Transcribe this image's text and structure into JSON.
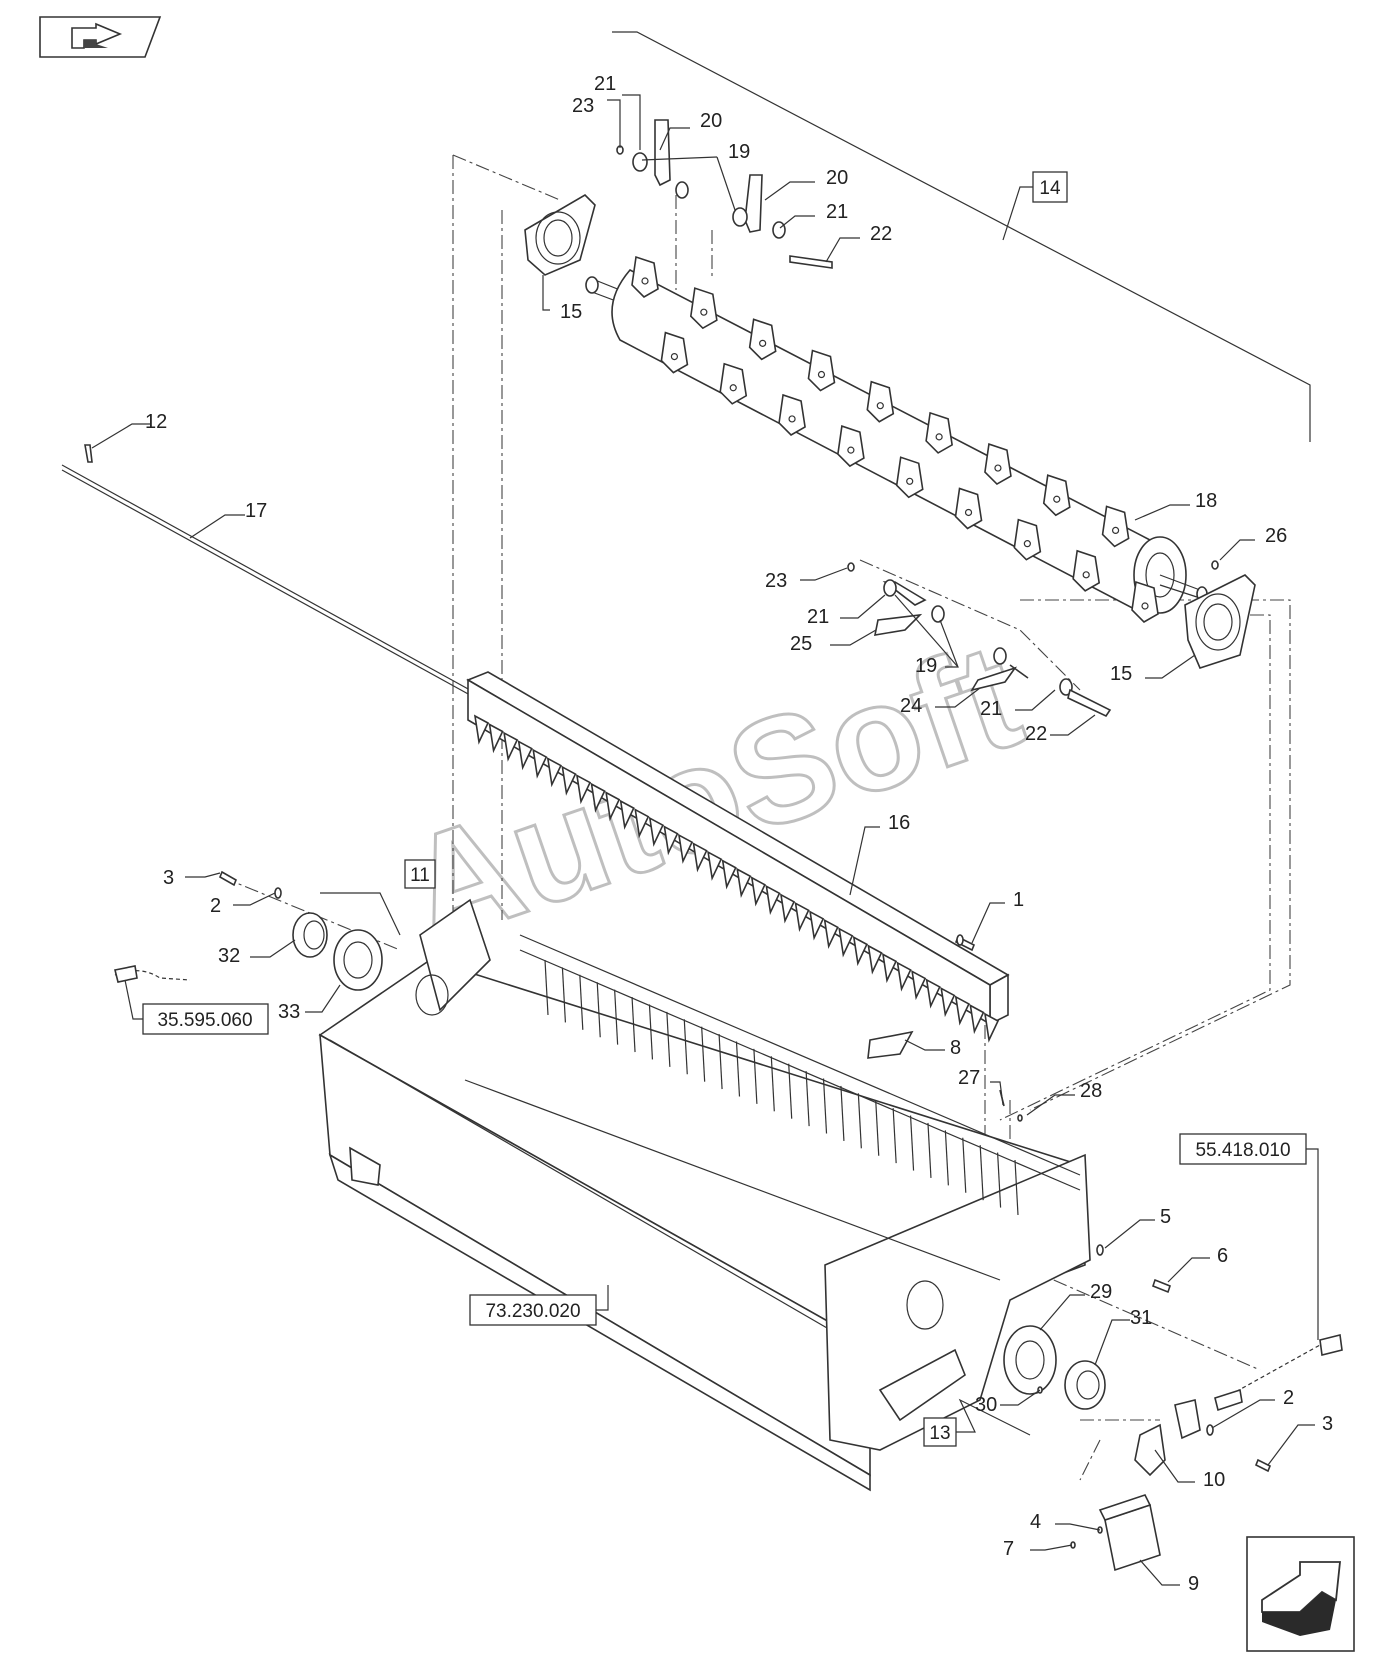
{
  "nav": {
    "prev_icon": "previous-page-arrow-icon",
    "next_icon": "next-page-arrow-icon"
  },
  "watermark": "AutoSoft",
  "reference_boxes": {
    "r11": "11",
    "r13": "13",
    "r14": "14",
    "r35": "35.595.060",
    "r55": "55.418.010",
    "r73": "73.230.020"
  },
  "callouts": {
    "c1": "1",
    "c2a": "2",
    "c2b": "2",
    "c3a": "3",
    "c3b": "3",
    "c4": "4",
    "c5": "5",
    "c6": "6",
    "c7": "7",
    "c8": "8",
    "c9": "9",
    "c10": "10",
    "c12": "12",
    "c15a": "15",
    "c15b": "15",
    "c16": "16",
    "c17": "17",
    "c18": "18",
    "c19a": "19",
    "c19b": "19",
    "c20a": "20",
    "c20b": "20",
    "c21a": "21",
    "c21b": "21",
    "c21c": "21",
    "c21d": "21",
    "c22a": "22",
    "c22b": "22",
    "c23a": "23",
    "c23b": "23",
    "c24": "24",
    "c25": "25",
    "c26": "26",
    "c27": "27",
    "c28": "28",
    "c29": "29",
    "c30": "30",
    "c31": "31",
    "c32": "32",
    "c33": "33"
  }
}
